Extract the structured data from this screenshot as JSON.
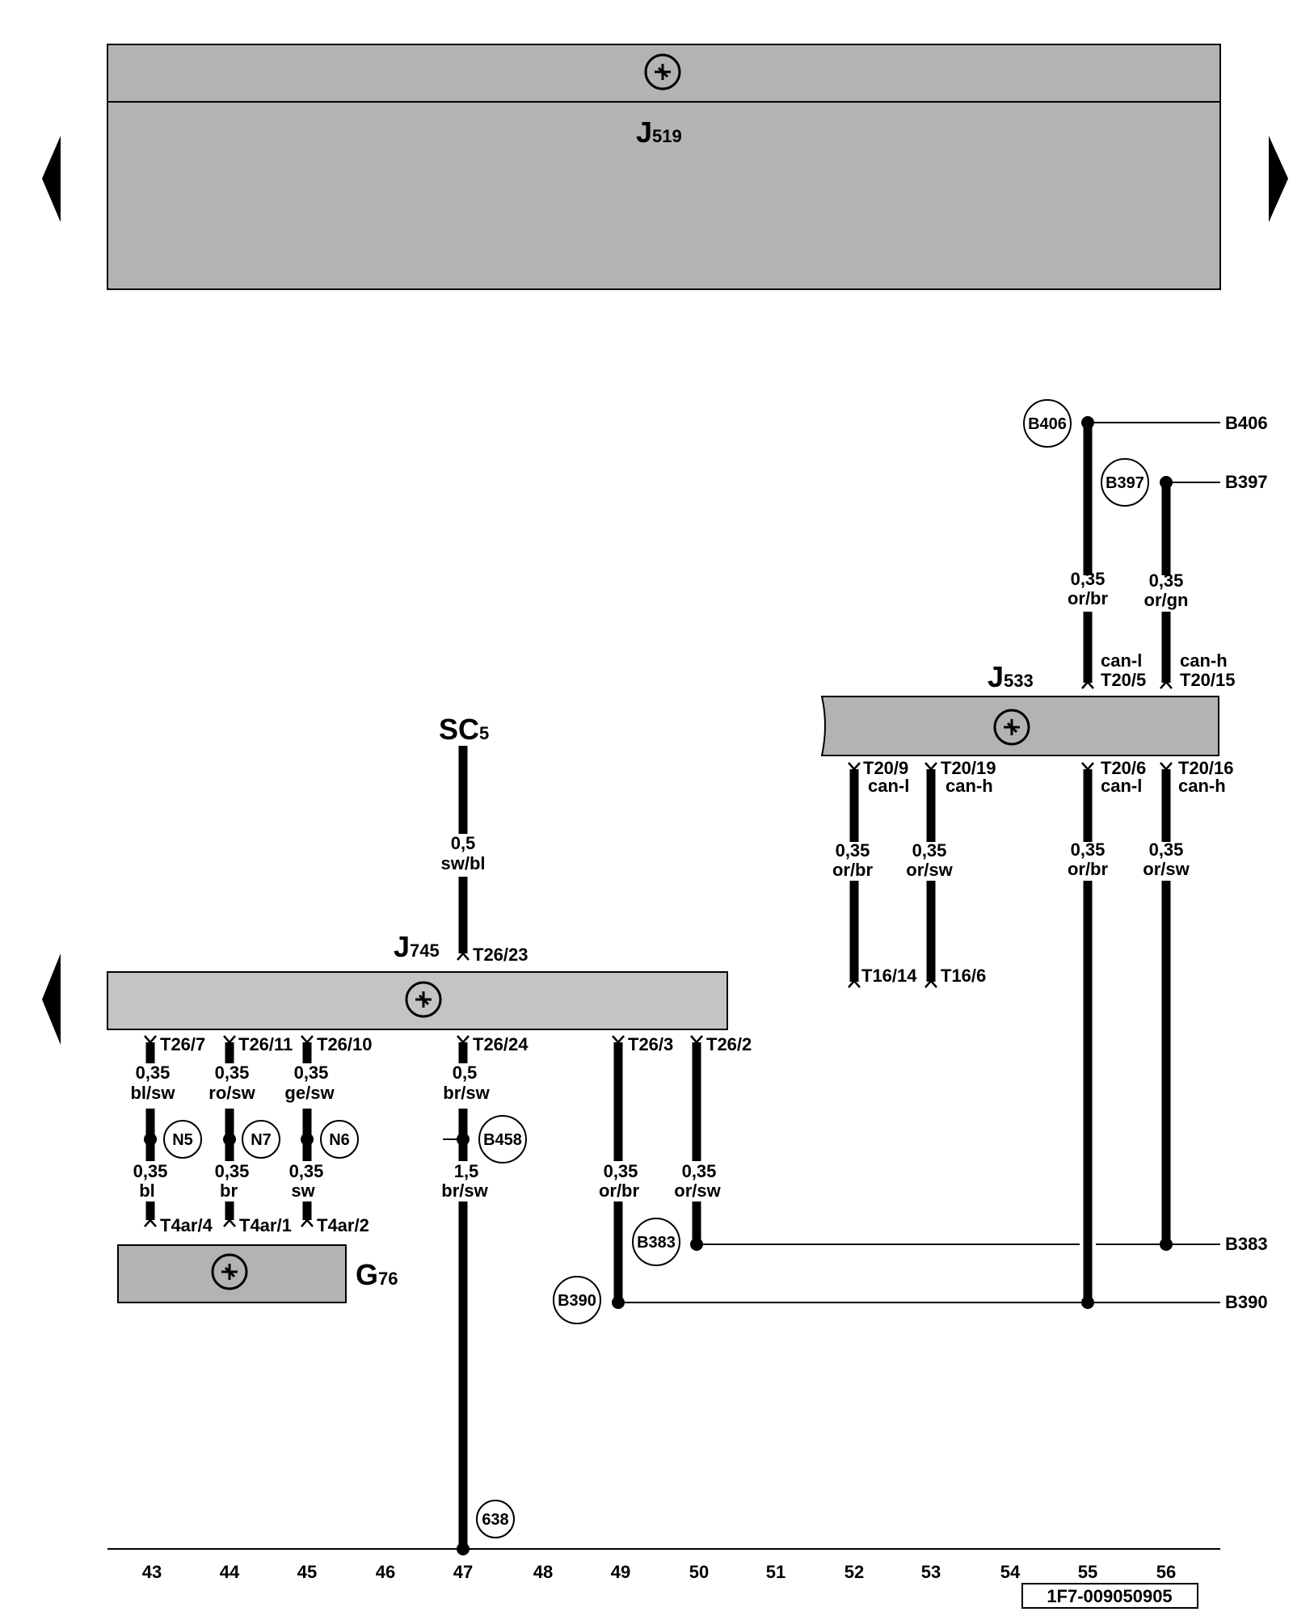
{
  "components": {
    "j519": {
      "letter": "J",
      "sub": "519"
    },
    "j533": {
      "letter": "J",
      "sub": "533"
    },
    "sc5": {
      "letter": "SC",
      "sub": "5"
    },
    "j745": {
      "letter": "J",
      "sub": "745"
    },
    "g76": {
      "letter": "G",
      "sub": "76"
    }
  },
  "wires": [
    {
      "id": "w-b406",
      "size": "0,35",
      "color": "or/br"
    },
    {
      "id": "w-b397",
      "size": "0,35",
      "color": "or/gn"
    },
    {
      "id": "w-t20-9",
      "size": "0,35",
      "color": "or/br"
    },
    {
      "id": "w-t20-19",
      "size": "0,35",
      "color": "or/sw"
    },
    {
      "id": "w-t20-6",
      "size": "0,35",
      "color": "or/br"
    },
    {
      "id": "w-t20-16",
      "size": "0,35",
      "color": "or/sw"
    },
    {
      "id": "w-sc5",
      "size": "0,5",
      "color": "sw/bl"
    },
    {
      "id": "w-t26-7",
      "size": "0,35",
      "color": "bl/sw"
    },
    {
      "id": "w-t26-11",
      "size": "0,35",
      "color": "ro/sw"
    },
    {
      "id": "w-t26-10",
      "size": "0,35",
      "color": "ge/sw"
    },
    {
      "id": "w-t26-24",
      "size": "0,5",
      "color": "br/sw"
    },
    {
      "id": "w-t4ar-4",
      "size": "0,35",
      "color": "bl"
    },
    {
      "id": "w-t4ar-1",
      "size": "0,35",
      "color": "br"
    },
    {
      "id": "w-t4ar-2",
      "size": "0,35",
      "color": "sw"
    },
    {
      "id": "w-ground",
      "size": "1,5",
      "color": "br/sw"
    },
    {
      "id": "w-t26-3",
      "size": "0,35",
      "color": "or/br"
    },
    {
      "id": "w-t26-2",
      "size": "0,35",
      "color": "or/sw"
    }
  ],
  "pins": {
    "t20_5": "T20/5",
    "t20_15": "T20/15",
    "t20_9": "T20/9",
    "t20_19": "T20/19",
    "t20_6": "T20/6",
    "t20_16": "T20/16",
    "can_l": "can-l",
    "can_h": "can-h",
    "t16_14": "T16/14",
    "t16_6": "T16/6",
    "t26_23": "T26/23",
    "t26_7": "T26/7",
    "t26_11": "T26/11",
    "t26_10": "T26/10",
    "t26_24": "T26/24",
    "t26_3": "T26/3",
    "t26_2": "T26/2",
    "t4ar_4": "T4ar/4",
    "t4ar_1": "T4ar/1",
    "t4ar_2": "T4ar/2"
  },
  "connection_points": {
    "b406": "B406",
    "b397": "B397",
    "b383": "B383",
    "b390": "B390",
    "b458": "B458",
    "n5": "N5",
    "n7": "N7",
    "n6": "N6",
    "gnd_638": "638"
  },
  "continuation_labels": {
    "b406": "B406",
    "b397": "B397",
    "b383": "B383",
    "b390": "B390"
  },
  "columns": [
    "43",
    "44",
    "45",
    "46",
    "47",
    "48",
    "49",
    "50",
    "51",
    "52",
    "53",
    "54",
    "55",
    "56"
  ],
  "diagram_id": "1F7-009050905",
  "colors": {
    "module_fill": "#b3b3b3",
    "module_fill_light": "#c4c4c4",
    "line": "#000000",
    "background": "#ffffff"
  }
}
